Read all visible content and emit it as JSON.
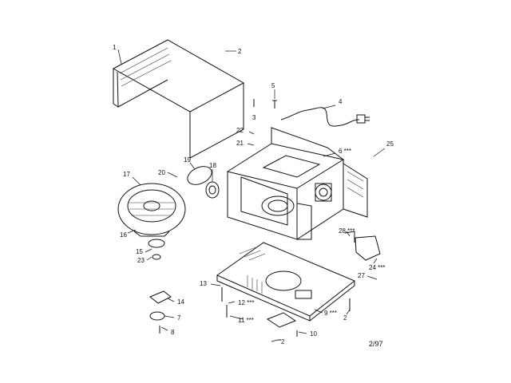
{
  "diagram": {
    "revision": "2/97",
    "callouts": [
      {
        "id": "c1",
        "label": "1"
      },
      {
        "id": "c2a",
        "label": "2"
      },
      {
        "id": "c3",
        "label": "3"
      },
      {
        "id": "c4",
        "label": "4"
      },
      {
        "id": "c5",
        "label": "5"
      },
      {
        "id": "c6",
        "label": "6 ***"
      },
      {
        "id": "c25",
        "label": "25"
      },
      {
        "id": "c22",
        "label": "22"
      },
      {
        "id": "c21",
        "label": "21"
      },
      {
        "id": "c19",
        "label": "19"
      },
      {
        "id": "c18",
        "label": "18"
      },
      {
        "id": "c20",
        "label": "20"
      },
      {
        "id": "c17",
        "label": "17"
      },
      {
        "id": "c16",
        "label": "16"
      },
      {
        "id": "c15",
        "label": "15"
      },
      {
        "id": "c23",
        "label": "23"
      },
      {
        "id": "c28",
        "label": "28 ***"
      },
      {
        "id": "c24",
        "label": "24 ***"
      },
      {
        "id": "c27",
        "label": "27"
      },
      {
        "id": "c13",
        "label": "13"
      },
      {
        "id": "c12",
        "label": "12 ***"
      },
      {
        "id": "c9",
        "label": "9 ***"
      },
      {
        "id": "c2b",
        "label": "2"
      },
      {
        "id": "c14",
        "label": "14"
      },
      {
        "id": "c7",
        "label": "7"
      },
      {
        "id": "c8",
        "label": "8"
      },
      {
        "id": "c11",
        "label": "11 ***"
      },
      {
        "id": "c10",
        "label": "10"
      },
      {
        "id": "c2c",
        "label": "2"
      }
    ]
  }
}
